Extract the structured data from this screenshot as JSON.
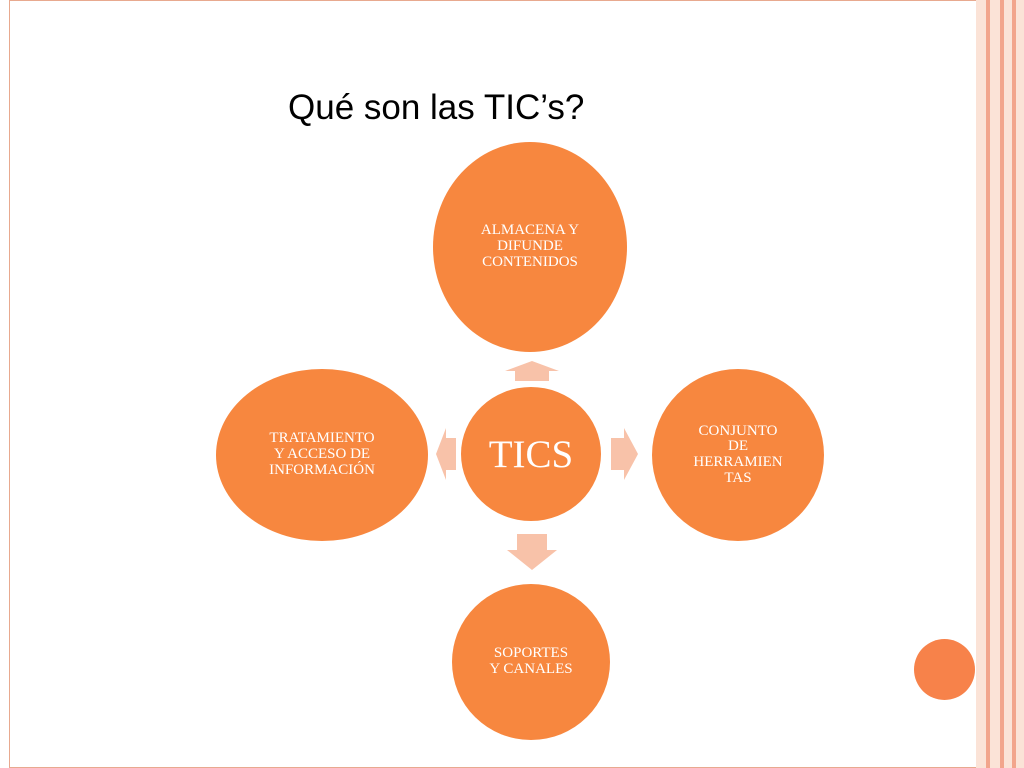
{
  "title": "Qué son las TIC’s?",
  "colors": {
    "accent": "#f7873f",
    "arrow": "#f8c2a9",
    "border": "#f2a58c"
  },
  "diagram": {
    "center": "TICS",
    "top": [
      "ALMACENA Y",
      "DIFUNDE",
      "CONTENIDOS"
    ],
    "right": [
      "CONJUNTO",
      "DE",
      "HERRAMIEN",
      "TAS"
    ],
    "bottom": [
      "SOPORTES",
      "Y CANALES"
    ],
    "left": [
      "TRATAMIENTO",
      "Y ACCESO DE",
      "INFORMACIÓN"
    ]
  }
}
